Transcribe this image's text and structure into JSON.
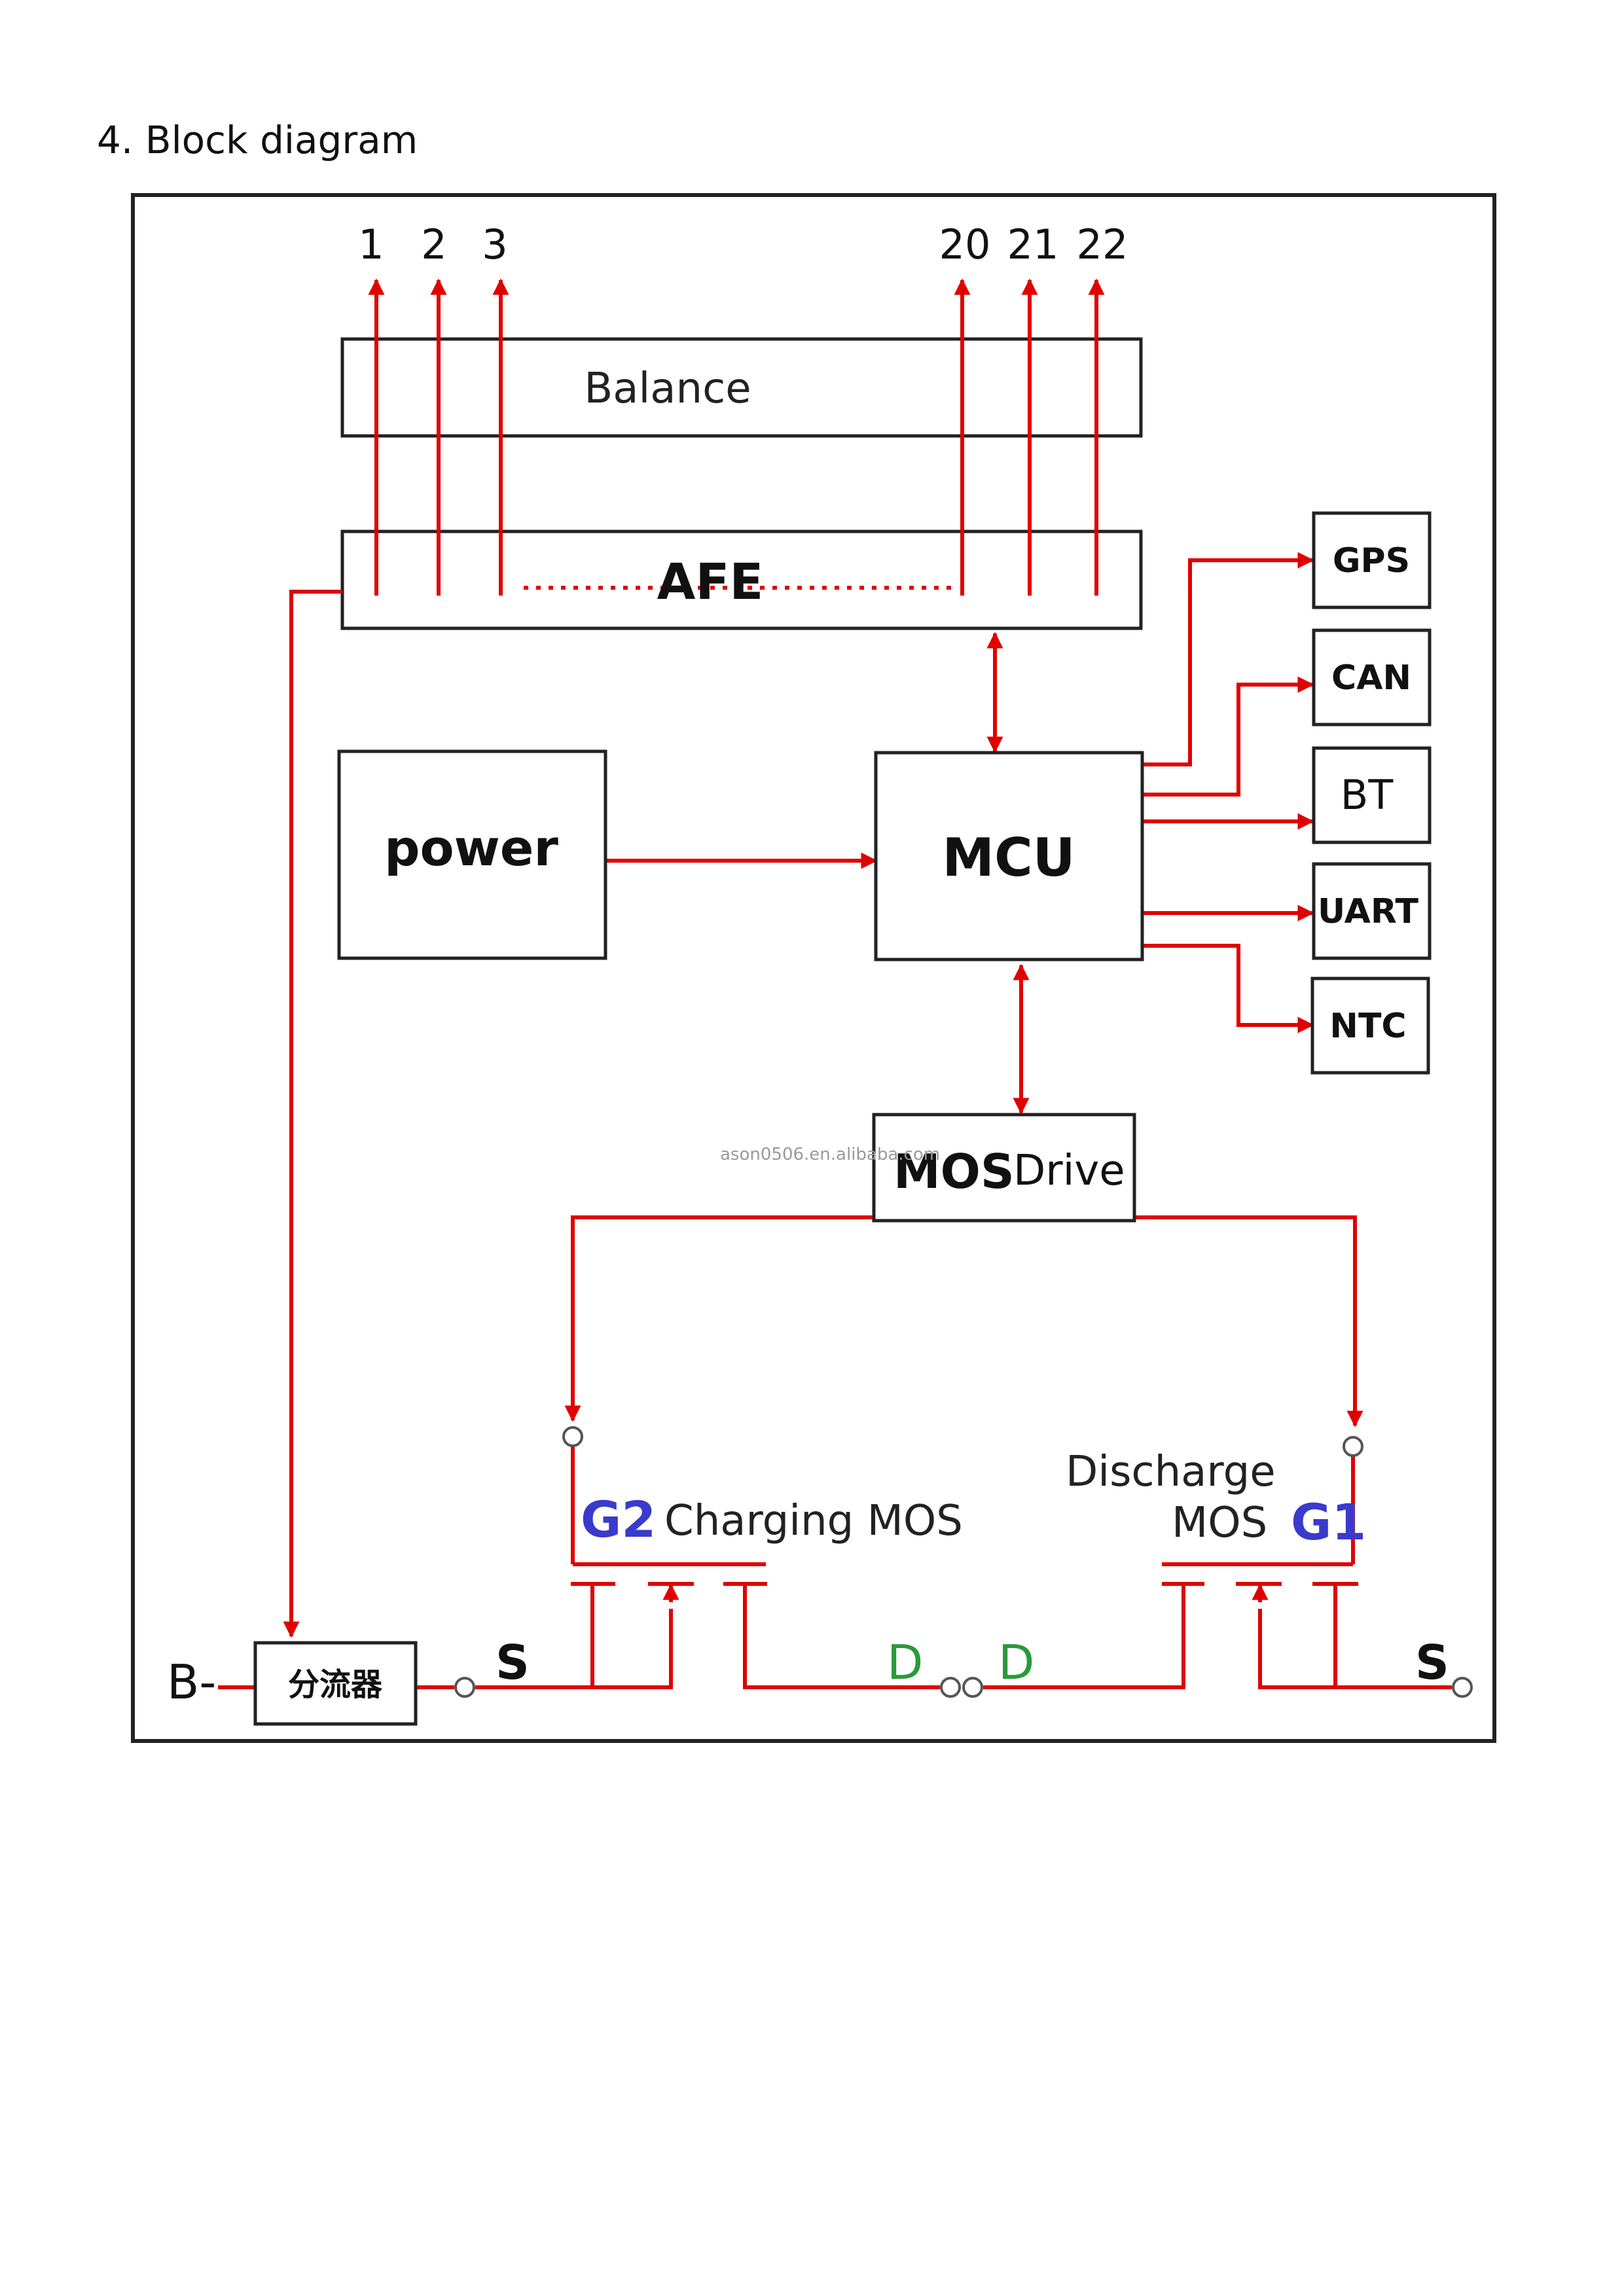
{
  "heading": "4. Block diagram",
  "top_numbers": [
    "1",
    "2",
    "3",
    "20",
    "21",
    "22"
  ],
  "blocks": {
    "balance": "Balance",
    "afe": "AFE",
    "power": "power",
    "mcu": "MCU",
    "mos_drive_bold": "MOS",
    "mos_drive_rest": "Drive",
    "shunt": "分流器"
  },
  "peripherals": [
    "GPS",
    "CAN",
    "BT",
    "UART",
    "NTC"
  ],
  "terminals": {
    "b_minus": "B-",
    "s_left": "S",
    "s_right": "S",
    "d_left": "D",
    "d_right": "D",
    "g2": "G2",
    "g1": "G1"
  },
  "mos_labels": {
    "charging": "Charging MOS",
    "discharge_line1": "Discharge",
    "discharge_line2": "MOS"
  },
  "watermark": "ason0506.en.alibaba.com",
  "colors": {
    "line": "#e00000",
    "box": "#222222",
    "gate_blue": "#3a3acc",
    "drain_green": "#2a9a3a"
  }
}
